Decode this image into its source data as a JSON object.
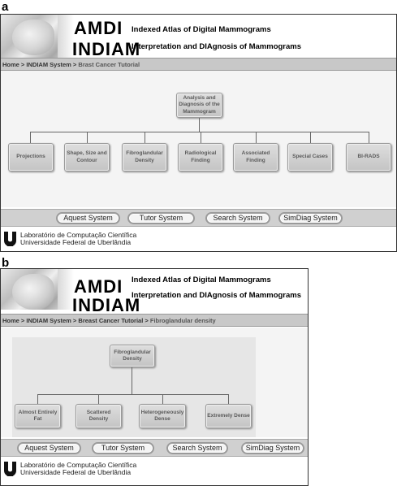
{
  "panel_a": {
    "letter": "a",
    "header": {
      "brand_line1": "AMDI",
      "brand_line2": "INDIAM",
      "tagline1": "Indexed Atlas of Digital Mammograms",
      "tagline2": "Interpretation and DIAgnosis of Mammograms"
    },
    "breadcrumb": {
      "home": "Home",
      "sep1": " > ",
      "system": "INDIAM System",
      "sep2": " > ",
      "current": "Brast Cancer Tutorial"
    },
    "root_node": "Analysis and Diagnosis of the Mammogram",
    "nodes": [
      "Projections",
      "Shape, Size and Contour",
      "Fibroglandular Density",
      "Radiological Finding",
      "Associated Finding",
      "Special Cases",
      "BI-RADS"
    ],
    "buttons": [
      "Aquest System",
      "Tutor System",
      "Search System",
      "SimDiag System"
    ],
    "footer": {
      "line1": "Laboratório de Computação Científica",
      "line2": "Universidade Federal de Uberlândia"
    }
  },
  "panel_b": {
    "letter": "b",
    "header": {
      "brand_line1": "AMDI",
      "brand_line2": "INDIAM",
      "tagline1": "Indexed Atlas of Digital Mammograms",
      "tagline2": "Interpretation and DIAgnosis of Mammograms"
    },
    "breadcrumb": {
      "home": "Home",
      "sep1": " > ",
      "system": "INDIAM System",
      "sep2": " > ",
      "tutorial": "Breast Cancer Tutorial",
      "sep3": " > ",
      "current": "Fibroglandular density"
    },
    "root_node": "Fibroglandular Density",
    "nodes": [
      "Almost Entirely Fat",
      "Scattered Density",
      "Heterogeneously Dense",
      "Extremely Dense"
    ],
    "buttons": [
      "Aquest System",
      "Tutor System",
      "Search System",
      "SimDiag System"
    ],
    "footer": {
      "line1": "Laboratório de Computação Científica",
      "line2": "Universidade Federal de Uberlândia"
    }
  }
}
